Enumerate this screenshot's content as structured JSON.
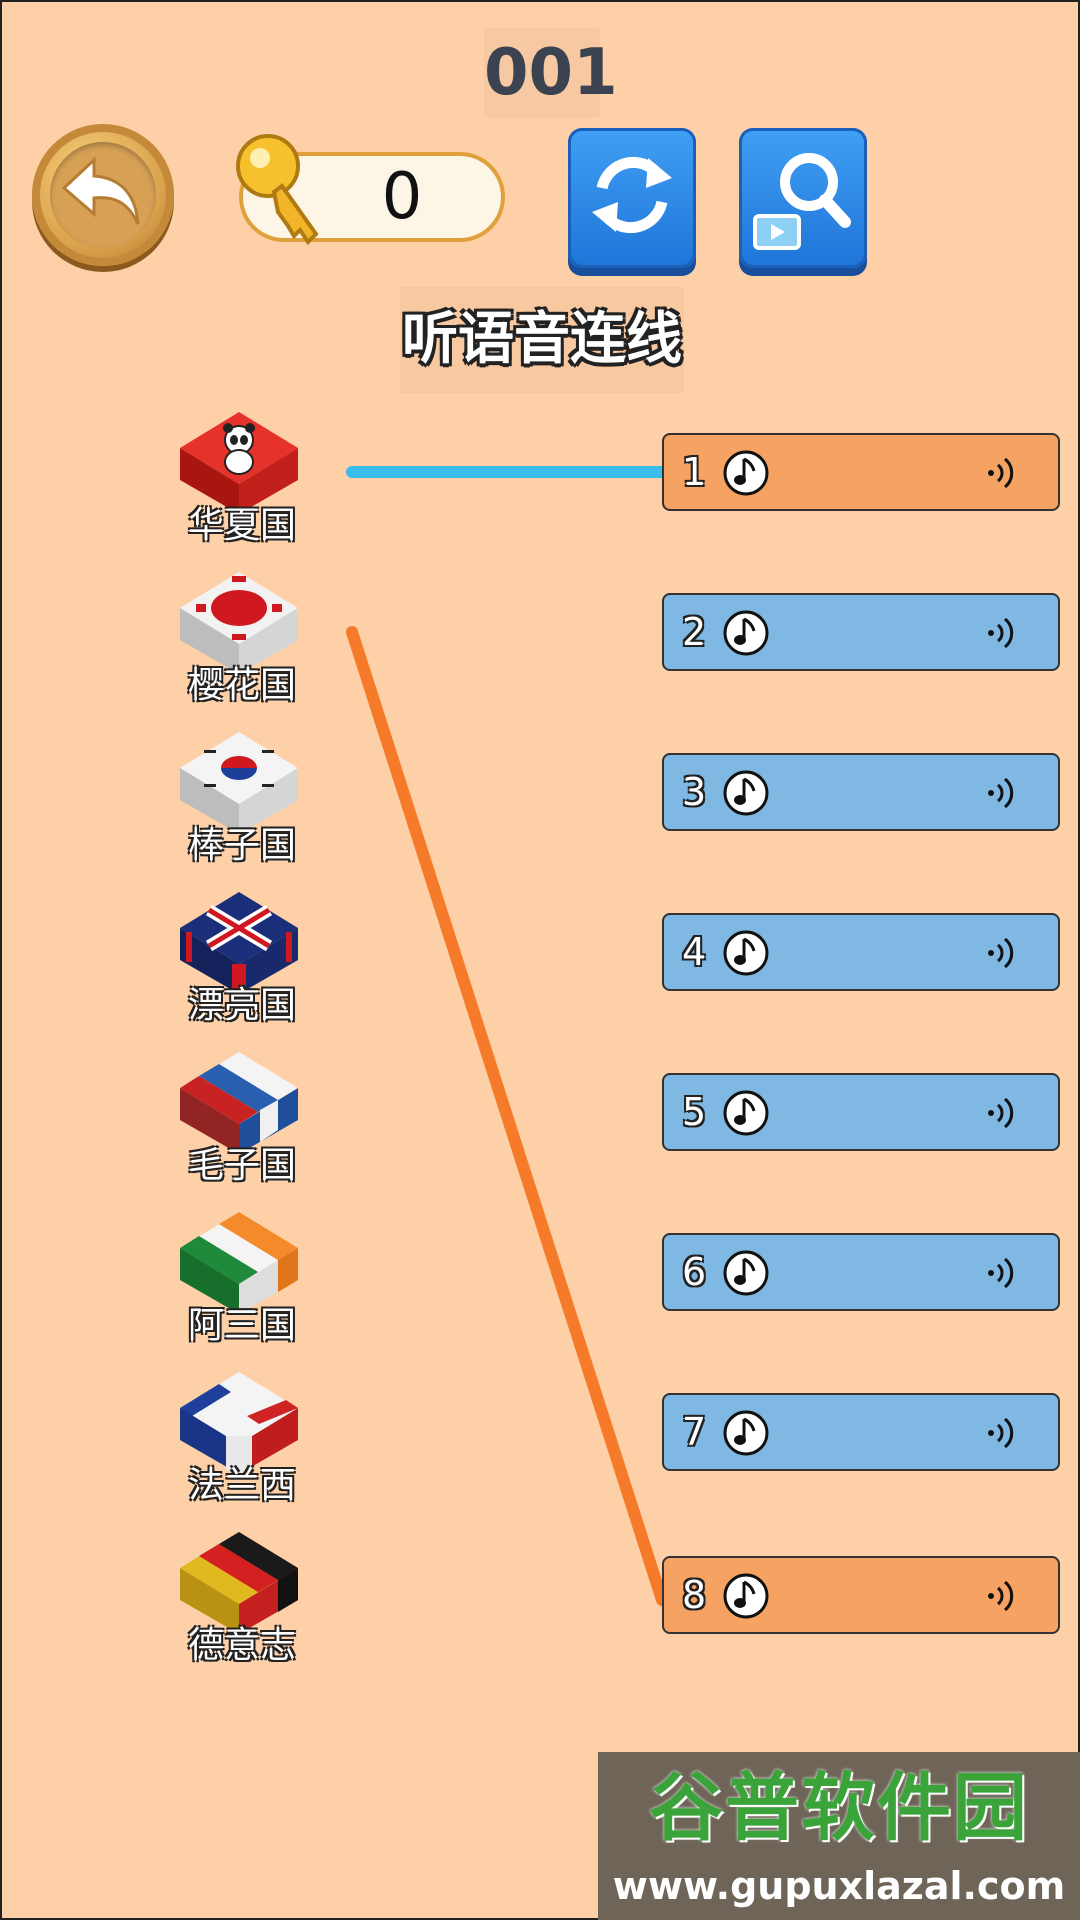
{
  "header": {
    "level": "001",
    "keys": "0"
  },
  "instruction": "听语音连线",
  "countries": [
    {
      "name": "华夏国",
      "icon": "panda-flag-icon"
    },
    {
      "name": "樱花国",
      "icon": "japan-flag-icon"
    },
    {
      "name": "棒子国",
      "icon": "korea-flag-icon"
    },
    {
      "name": "漂亮国",
      "icon": "uk-flag-icon"
    },
    {
      "name": "毛子国",
      "icon": "russia-flag-icon"
    },
    {
      "name": "阿三国",
      "icon": "india-flag-icon"
    },
    {
      "name": "法兰西",
      "icon": "france-flag-icon"
    },
    {
      "name": "德意志",
      "icon": "germany-flag-icon"
    }
  ],
  "audio_clips": [
    {
      "number": "1",
      "linked": true
    },
    {
      "number": "2",
      "linked": false
    },
    {
      "number": "3",
      "linked": false
    },
    {
      "number": "4",
      "linked": false
    },
    {
      "number": "5",
      "linked": false
    },
    {
      "number": "6",
      "linked": false
    },
    {
      "number": "7",
      "linked": false
    },
    {
      "number": "8",
      "linked": true
    }
  ],
  "connections": [
    {
      "country": "华夏国",
      "clip": "1",
      "color": "#3cbcec"
    },
    {
      "country": "樱花国",
      "clip": "8",
      "color": "#f57a2a"
    }
  ],
  "colors": {
    "background": "#fdd0a8",
    "clip_default": "#7eb8e3",
    "clip_linked": "#f5a262"
  },
  "watermark": {
    "brand": "谷普软件园",
    "url": "www.gupuxlazal.com"
  }
}
